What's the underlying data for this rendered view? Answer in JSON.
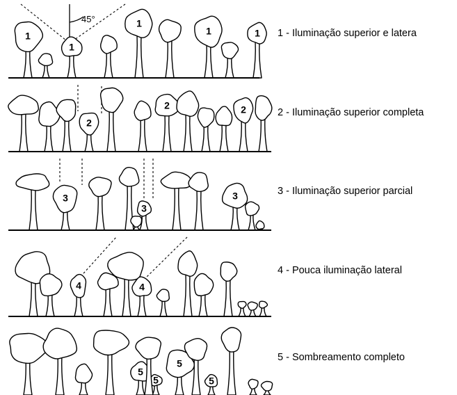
{
  "angle_label": "45°",
  "rows": [
    {
      "number": "1",
      "caption": "1 - Iluminação superior e latera"
    },
    {
      "number": "2",
      "caption": "2 - Iluminação superior completa"
    },
    {
      "number": "3",
      "caption": "3 - Iluminação superior parcial"
    },
    {
      "number": "4",
      "caption": "4 - Pouca iluminação lateral"
    },
    {
      "number": "5",
      "caption": "5 - Sombreamento completo"
    }
  ]
}
